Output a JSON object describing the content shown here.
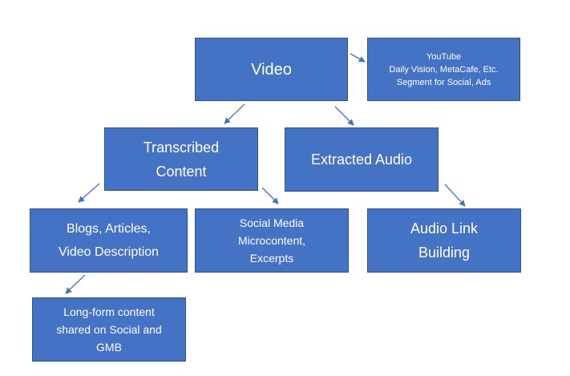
{
  "nodes": {
    "video": {
      "lines": [
        "Video"
      ]
    },
    "youtube": {
      "lines": [
        "YouTube",
        "Daily Vision, MetaCafe, Etc.",
        "Segment for Social, Ads"
      ]
    },
    "transcribed": {
      "lines": [
        "Transcribed",
        "Content"
      ]
    },
    "audio": {
      "lines": [
        "Extracted Audio"
      ]
    },
    "blogs": {
      "lines": [
        "Blogs, Articles,",
        "Video Description"
      ]
    },
    "social": {
      "lines": [
        "Social Media",
        "Microcontent,",
        "Excerpts"
      ]
    },
    "linkbuilding": {
      "lines": [
        "Audio Link",
        "Building"
      ]
    },
    "longform": {
      "lines": [
        "Long-form content",
        "shared on Social and",
        "GMB"
      ]
    }
  },
  "colors": {
    "box_fill": "#4472c4",
    "box_border": "#2f528f",
    "arrow": "#4472c4",
    "text": "#ffffff"
  }
}
